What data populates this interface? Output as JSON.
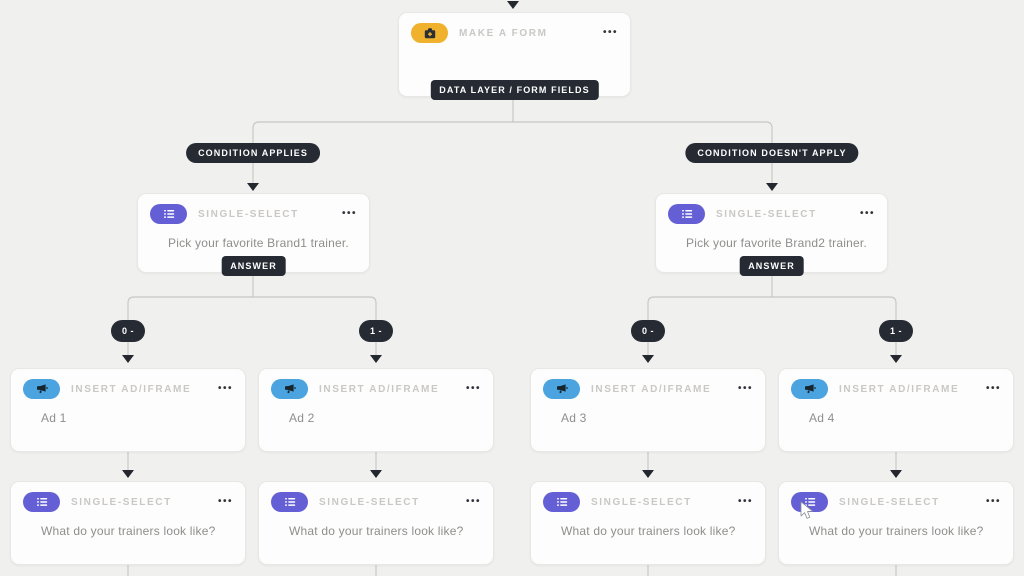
{
  "flow": {
    "root": {
      "type_label": "MAKE A FORM",
      "bottom_badge": "DATA LAYER / FORM FIELDS"
    },
    "condition_badges": {
      "left": "CONDITION APPLIES",
      "right": "CONDITION DOESN'T APPLY"
    },
    "select_nodes": [
      {
        "type_label": "SINGLE-SELECT",
        "question": "Pick your favorite Brand1 trainer.",
        "bottom_badge": "ANSWER"
      },
      {
        "type_label": "SINGLE-SELECT",
        "question": "Pick your favorite Brand2 trainer.",
        "bottom_badge": "ANSWER"
      }
    ],
    "value_badges": [
      "0 -",
      "1 -",
      "0 -",
      "1 -"
    ],
    "ad_nodes": [
      {
        "type_label": "INSERT AD/IFRAME",
        "content": "Ad 1"
      },
      {
        "type_label": "INSERT AD/IFRAME",
        "content": "Ad 2"
      },
      {
        "type_label": "INSERT AD/IFRAME",
        "content": "Ad 3"
      },
      {
        "type_label": "INSERT AD/IFRAME",
        "content": "Ad 4"
      }
    ],
    "question_nodes": [
      {
        "type_label": "SINGLE-SELECT",
        "question": "What do your trainers look like?"
      },
      {
        "type_label": "SINGLE-SELECT",
        "question": "What do your trainers look like?"
      },
      {
        "type_label": "SINGLE-SELECT",
        "question": "What do your trainers look like?"
      },
      {
        "type_label": "SINGLE-SELECT",
        "question": "What do your trainers look like?"
      }
    ],
    "menu_icon": "•••"
  },
  "icons": {
    "root_icon": "form-plus-icon",
    "select_icon": "list-icon",
    "ad_icon": "megaphone-icon"
  },
  "colors": {
    "background": "#f0f0ee",
    "card_bg": "#fdfdfd",
    "card_border": "#e7e7e4",
    "badge_bg": "#262b33",
    "label_text": "#c9c8c5",
    "body_text": "#8e8e8c",
    "line": "#c7c7c5",
    "arrow": "#23272e",
    "accent_yellow": "#f0b12c",
    "accent_purple": "#655fd6",
    "accent_blue": "#4ba3e0"
  }
}
